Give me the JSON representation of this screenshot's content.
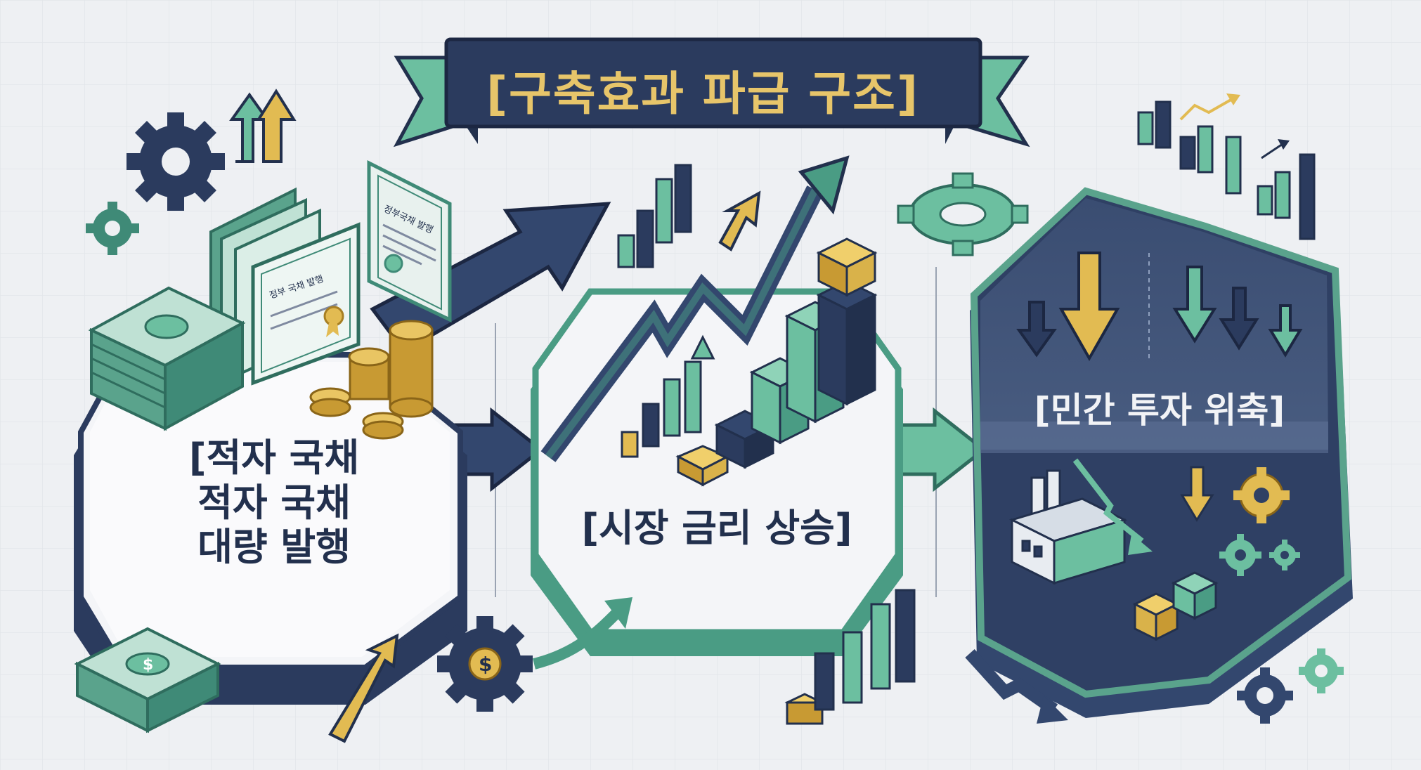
{
  "title": "[구축효과 파급 구조]",
  "steps": [
    {
      "id": "step1",
      "lines": [
        "[적자 국채",
        "적자 국채",
        "대량 발행"
      ]
    },
    {
      "id": "step2",
      "lines": [
        "[시장 금리 상승]"
      ]
    },
    {
      "id": "step3",
      "lines": [
        "[민간 투자 위축]"
      ]
    }
  ],
  "document_labels": [
    "정부 국채 발행",
    "정부국채 발행"
  ],
  "colors": {
    "navy": "#2b3b5e",
    "teal": "#6cbfa0",
    "teal_dark": "#3f8a77",
    "gold": "#e2bb52",
    "background": "#eef0f3"
  },
  "icons": [
    "gear-icon",
    "dollar-gear-icon",
    "banknote-stack-icon",
    "coin-stack-icon",
    "certificate-icon",
    "bar-chart-icon",
    "up-arrow-icon",
    "down-arrow-icon",
    "factory-icon",
    "box-icon"
  ]
}
